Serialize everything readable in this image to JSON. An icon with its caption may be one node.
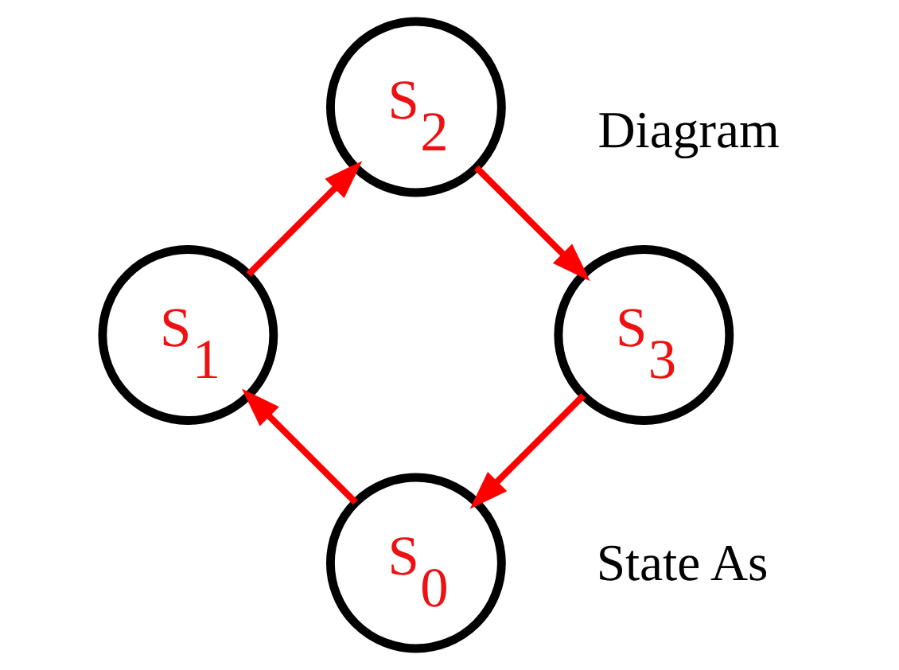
{
  "diagram": {
    "nodes": [
      {
        "text": [
          "S$_{0}$"
        ]
      },
      {
        "text": [
          "S$_{1}$"
        ]
      },
      {
        "text": [
          "S$_{2}$"
        ]
      },
      {
        "text": [
          "S$_{3}$"
        ]
      }
    ],
    "edges": [
      {
        "from": 0,
        "to": 1,
        "arrow": "to"
      },
      {
        "from": 1,
        "to": 2,
        "arrow": "to"
      },
      {
        "from": 2,
        "to": 3,
        "arrow": "to"
      },
      {
        "from": 3,
        "to": 0,
        "arrow": "to"
      }
    ],
    "labels": [
      "Diagram",
      "State As"
    ]
  }
}
